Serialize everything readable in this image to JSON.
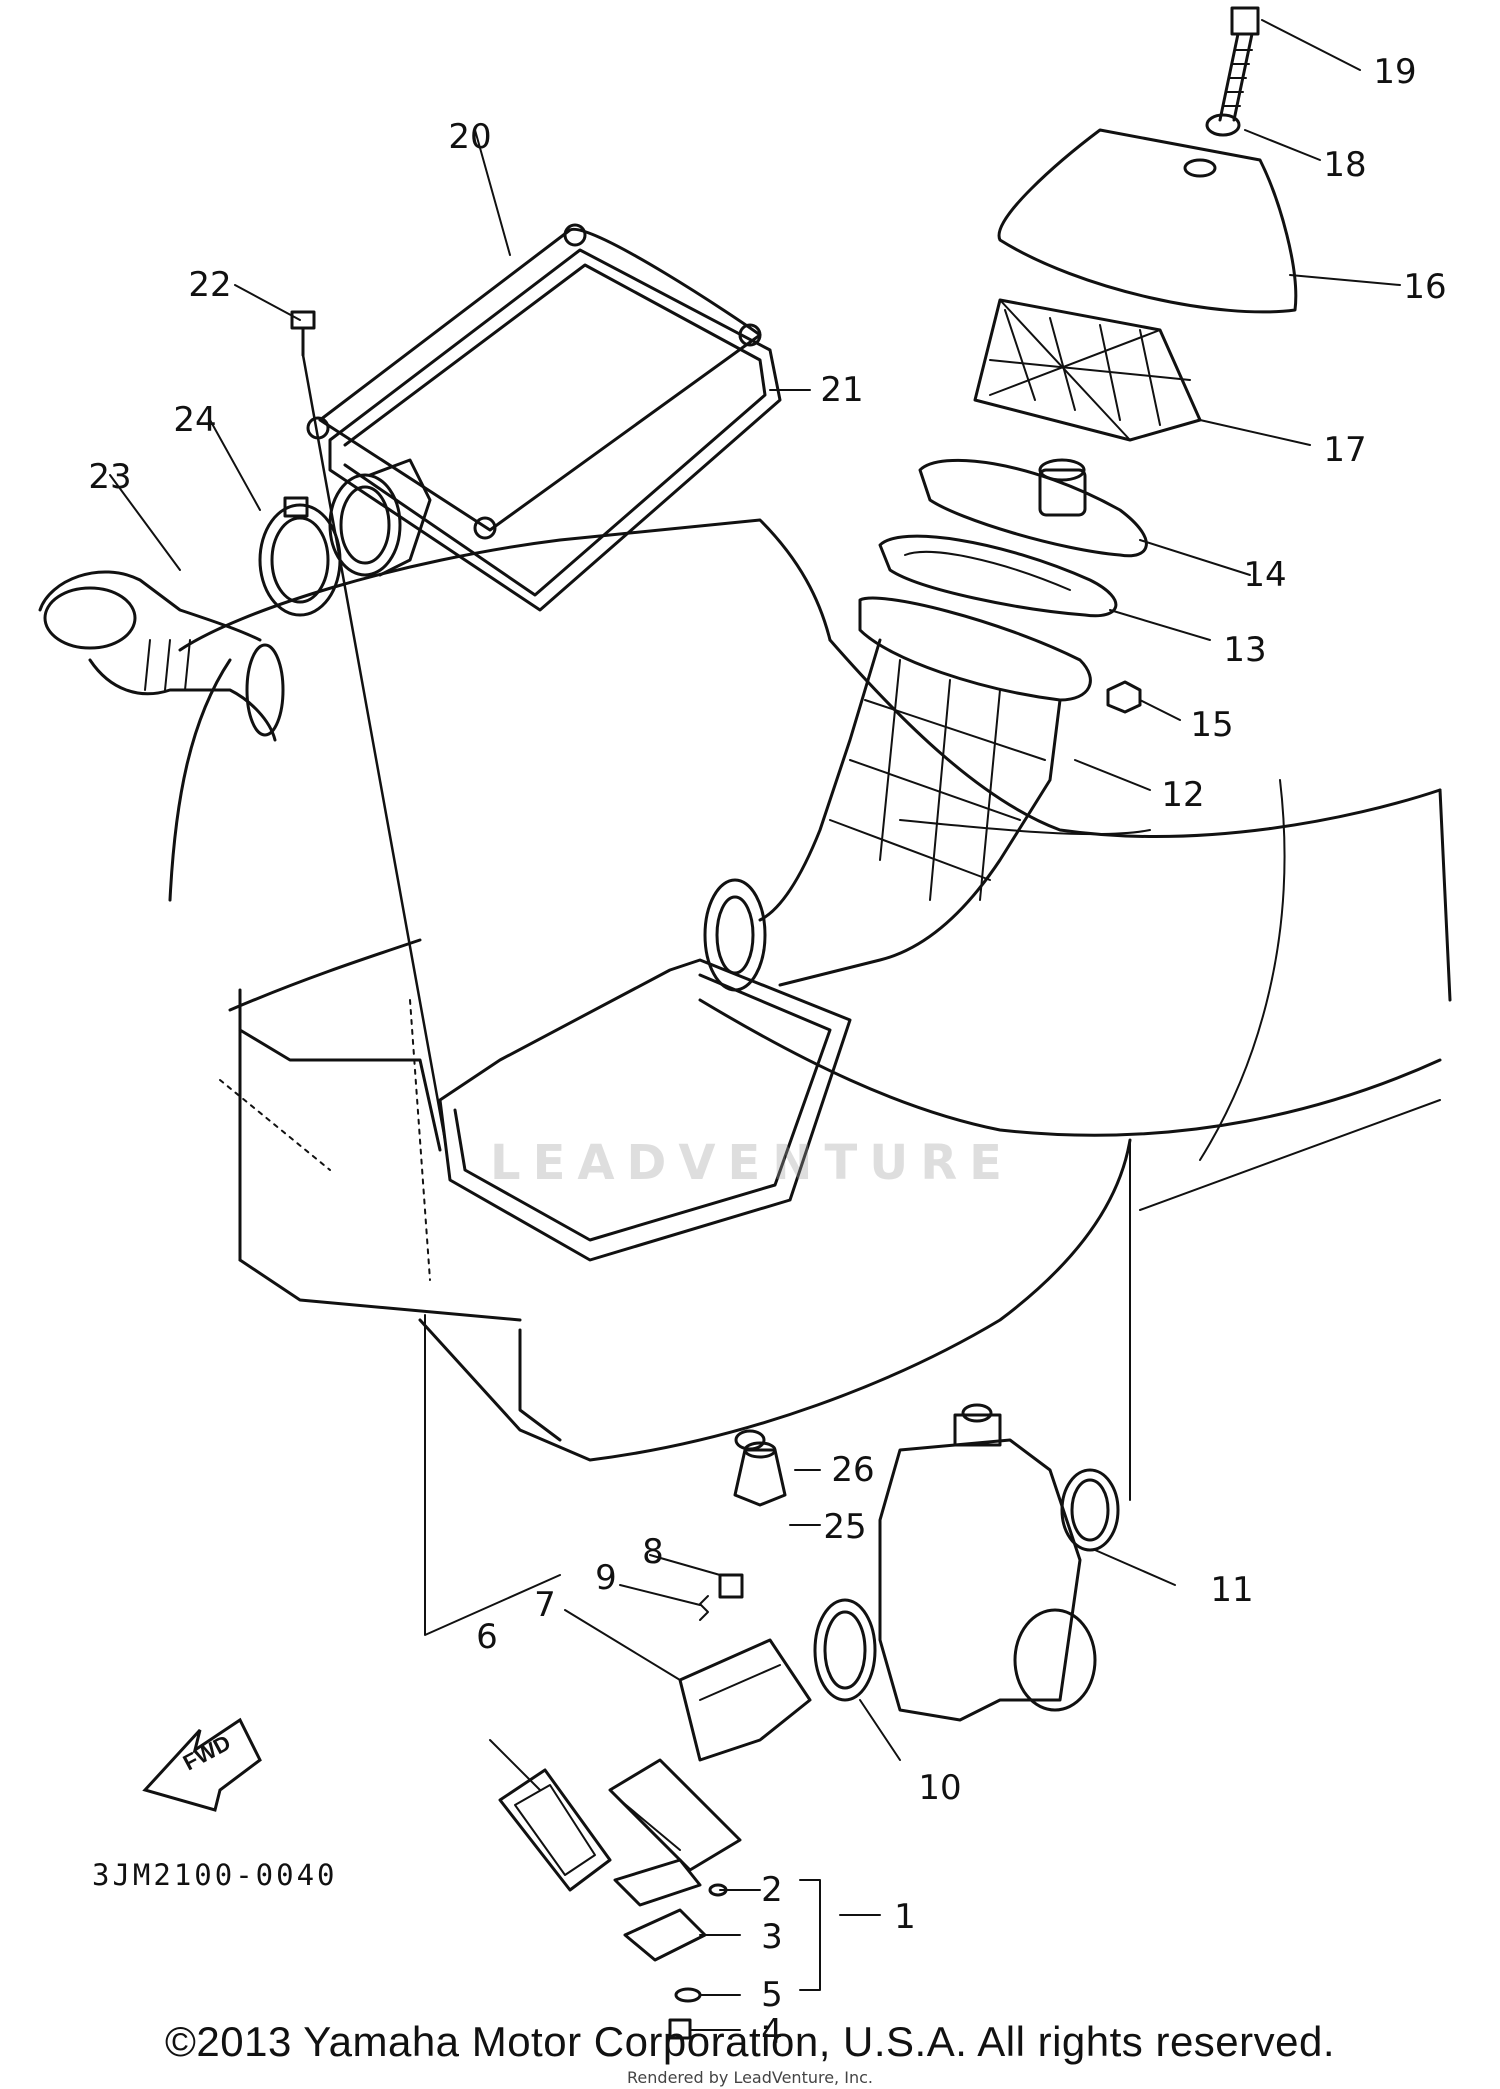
{
  "diagram": {
    "drawing_code": "3JM2100-0040",
    "copyright": "©2013 Yamaha Motor Corporation, U.S.A. All rights reserved.",
    "rendered_by": "Rendered by LeadVenture, Inc.",
    "watermark": "LEADVENTURE",
    "direction_label": "FWD",
    "parts": [
      {
        "id": "p1",
        "label": "1"
      },
      {
        "id": "p2",
        "label": "2"
      },
      {
        "id": "p3",
        "label": "3"
      },
      {
        "id": "p4",
        "label": "4"
      },
      {
        "id": "p5",
        "label": "5"
      },
      {
        "id": "p6",
        "label": "6"
      },
      {
        "id": "p7",
        "label": "7"
      },
      {
        "id": "p8",
        "label": "8"
      },
      {
        "id": "p9",
        "label": "9"
      },
      {
        "id": "p10",
        "label": "10"
      },
      {
        "id": "p11",
        "label": "11"
      },
      {
        "id": "p12",
        "label": "12"
      },
      {
        "id": "p13",
        "label": "13"
      },
      {
        "id": "p14",
        "label": "14"
      },
      {
        "id": "p15",
        "label": "15"
      },
      {
        "id": "p16",
        "label": "16"
      },
      {
        "id": "p17",
        "label": "17"
      },
      {
        "id": "p18",
        "label": "18"
      },
      {
        "id": "p19",
        "label": "19"
      },
      {
        "id": "p20",
        "label": "20"
      },
      {
        "id": "p21",
        "label": "21"
      },
      {
        "id": "p22",
        "label": "22"
      },
      {
        "id": "p23",
        "label": "23"
      },
      {
        "id": "p24",
        "label": "24"
      },
      {
        "id": "p25",
        "label": "25"
      },
      {
        "id": "p26",
        "label": "26"
      }
    ]
  }
}
